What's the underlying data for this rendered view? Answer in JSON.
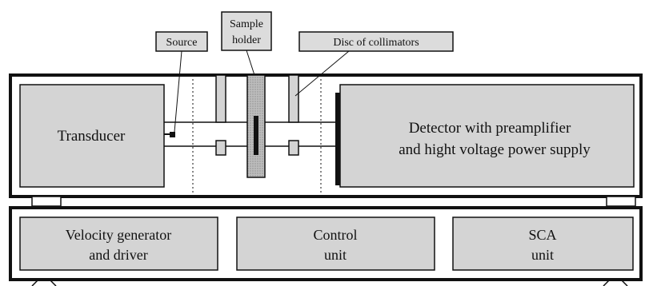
{
  "labels": {
    "source": "Source",
    "sample_holder_line1": "Sample",
    "sample_holder_line2": "holder",
    "disc_of_collimators": "Disc of collimators",
    "transducer": "Transducer",
    "detector_line1": "Detector with preamplifier",
    "detector_line2": "and hight voltage power supply",
    "velocity_line1": "Velocity generator",
    "velocity_line2": "and driver",
    "control_line1": "Control",
    "control_line2": "unit",
    "sca_line1": "SCA",
    "sca_line2": "unit"
  },
  "colors": {
    "box_fill": "#d4d4d4",
    "label_fill": "#dcdcdc",
    "sample_fill": "#b4b4b4",
    "stroke": "#111111"
  }
}
